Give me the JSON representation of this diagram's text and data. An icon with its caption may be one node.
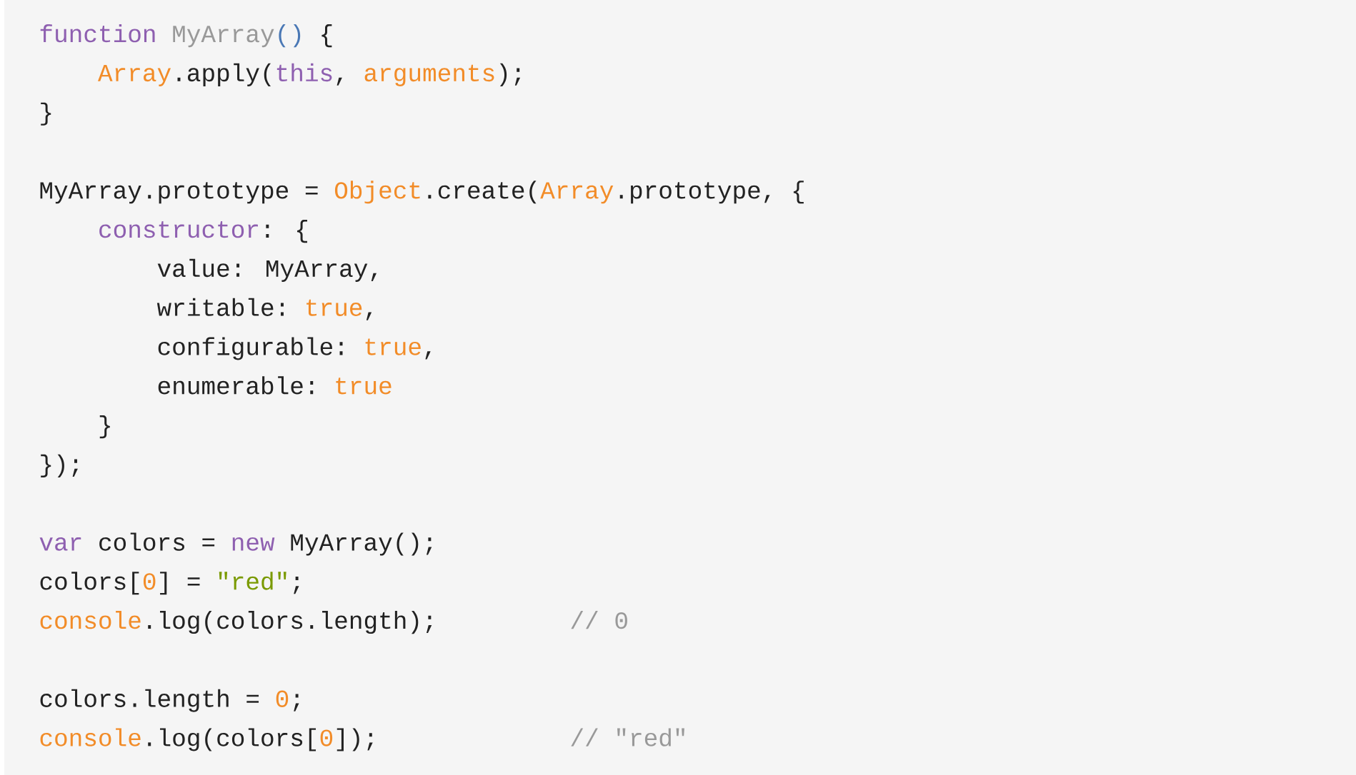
{
  "diagram": {
    "labels": [
      "function",
      "MyArray",
      "()",
      "{",
      "Array",
      ".apply(",
      "this",
      ",",
      "arguments",
      ");",
      "}",
      "MyArray.prototype =",
      "Object",
      ".create(",
      "Array",
      ".prototype, {",
      "constructor",
      ": {",
      "value: MyArray,",
      "writable:",
      "true",
      ",",
      "configurable:",
      "true",
      ",",
      "enumerable:",
      "true",
      "}",
      "});",
      "var",
      "colors =",
      "new",
      "MyArray();",
      "colors[",
      "0",
      "] =",
      "\"red\"",
      ";",
      "console",
      ".log(colors.length);",
      "// 0",
      "colors.length =",
      "0",
      ";",
      "console",
      ".log(colors[",
      "0",
      "]);",
      "// \"red\""
    ]
  }
}
